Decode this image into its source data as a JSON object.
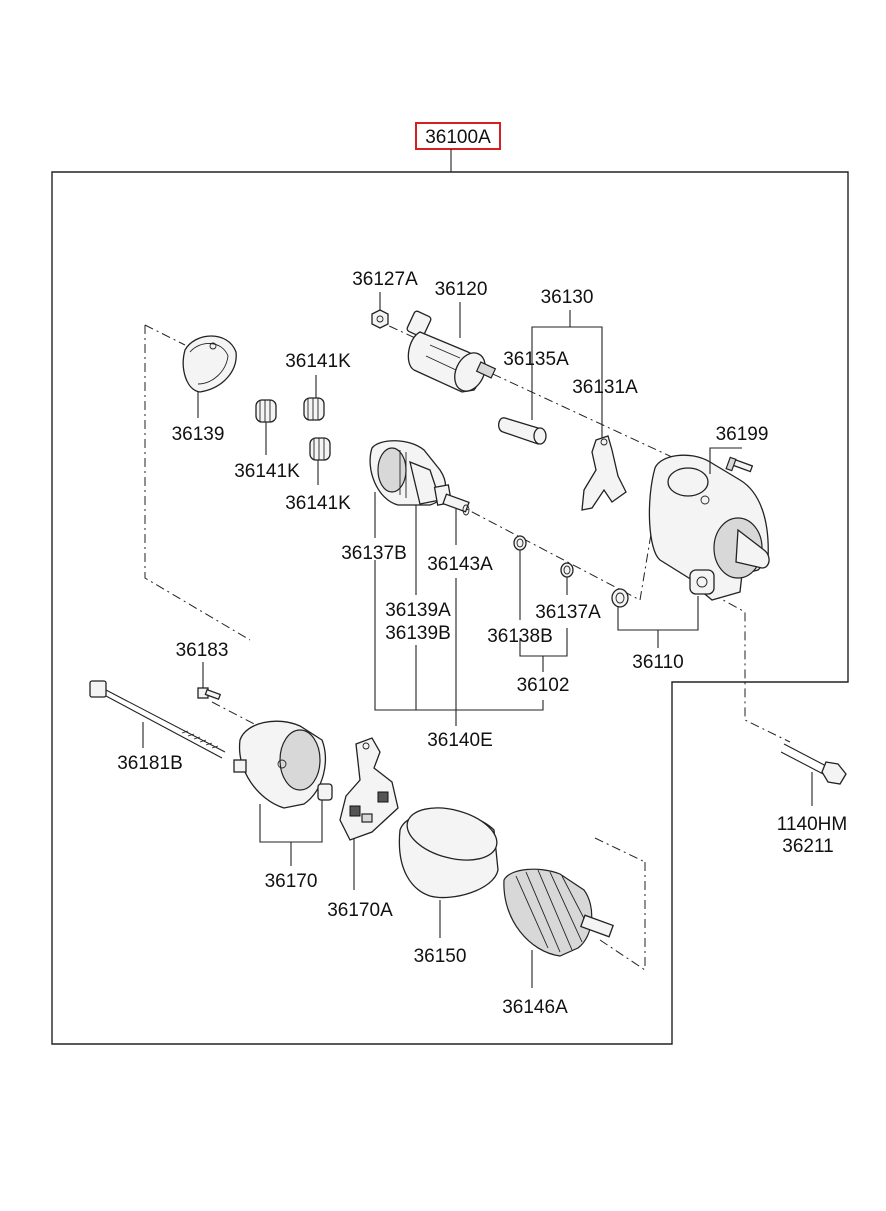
{
  "assembly": {
    "number": "36100A",
    "highlight_color": "#d42020"
  },
  "labels": {
    "p36127A": "36127A",
    "p36120": "36120",
    "p36130": "36130",
    "p36135A": "36135A",
    "p36131A": "36131A",
    "p36141K_a": "36141K",
    "p36141K_b": "36141K",
    "p36141K_c": "36141K",
    "p36139": "36139",
    "p36199": "36199",
    "p36137B": "36137B",
    "p36143A": "36143A",
    "p36139A": "36139A",
    "p36139B": "36139B",
    "p36137A": "36137A",
    "p36138B": "36138B",
    "p36110": "36110",
    "p36102": "36102",
    "p36183": "36183",
    "p36140E": "36140E",
    "p36181B": "36181B",
    "p1140HM": "1140HM",
    "p36211": "36211",
    "p36170": "36170",
    "p36170A": "36170A",
    "p36150": "36150",
    "p36146A": "36146A"
  }
}
